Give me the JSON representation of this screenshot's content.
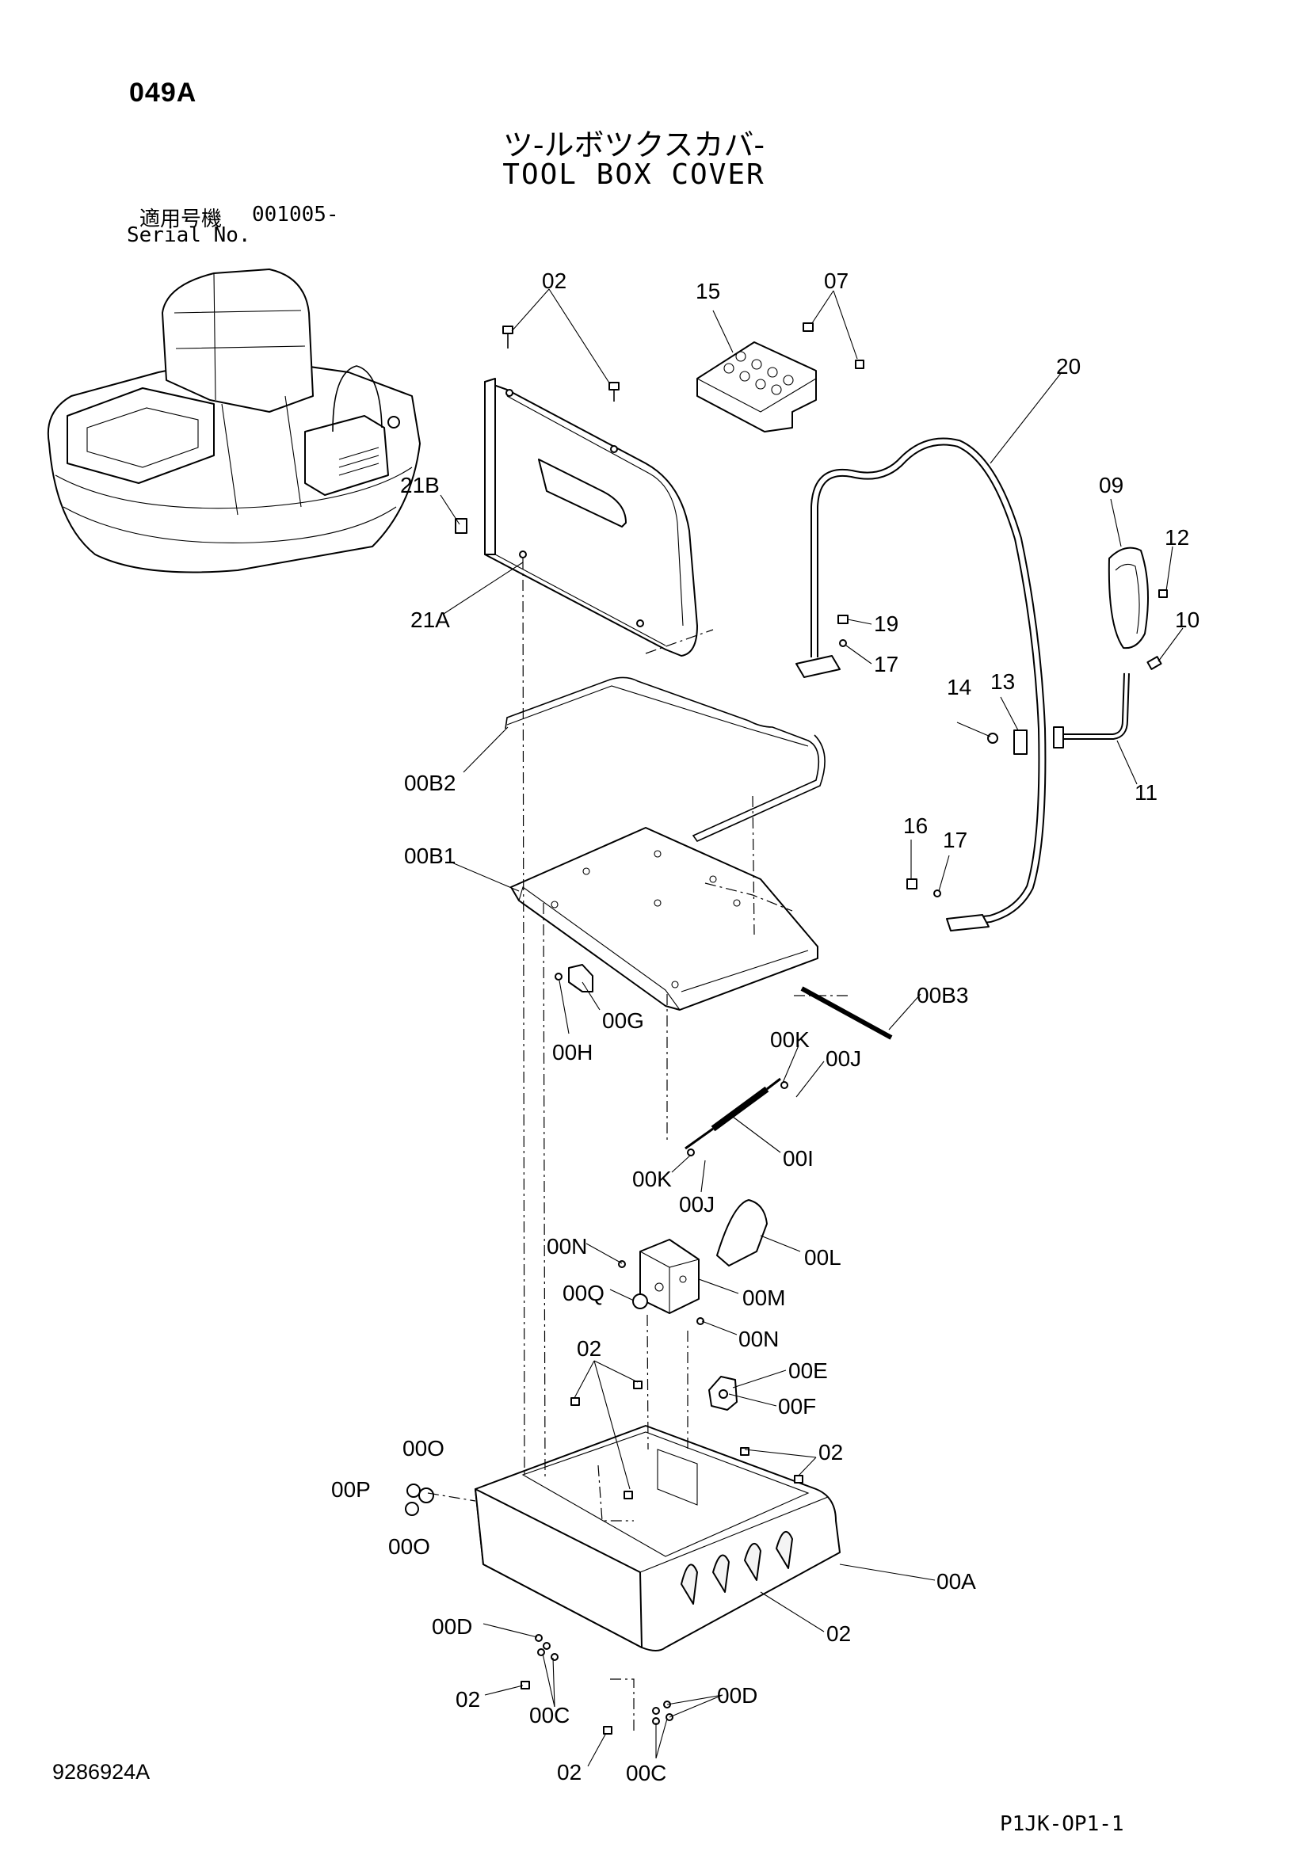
{
  "header": {
    "sheet_id": "049A",
    "title_jp": "ツ-ルボツクスカバ-",
    "title_en": "TOOL BOX COVER",
    "serial_label_jp": "適用号機",
    "serial_value": "001005-",
    "serial_label_en": "Serial No."
  },
  "footer": {
    "doc_number": "9286924A",
    "page_code": "P1JK-OP1-1"
  },
  "callouts": [
    {
      "id": "c02a",
      "text": "02"
    },
    {
      "id": "c15",
      "text": "15"
    },
    {
      "id": "c07",
      "text": "07"
    },
    {
      "id": "c20",
      "text": "20"
    },
    {
      "id": "c21B",
      "text": "21B"
    },
    {
      "id": "c21A",
      "text": "21A"
    },
    {
      "id": "c09",
      "text": "09"
    },
    {
      "id": "c12",
      "text": "12"
    },
    {
      "id": "c10",
      "text": "10"
    },
    {
      "id": "c19",
      "text": "19"
    },
    {
      "id": "c17a",
      "text": "17"
    },
    {
      "id": "c14",
      "text": "14"
    },
    {
      "id": "c13",
      "text": "13"
    },
    {
      "id": "c11",
      "text": "11"
    },
    {
      "id": "c00B2",
      "text": "00B2"
    },
    {
      "id": "c16",
      "text": "16"
    },
    {
      "id": "c17b",
      "text": "17"
    },
    {
      "id": "c00B1",
      "text": "00B1"
    },
    {
      "id": "c00B3",
      "text": "00B3"
    },
    {
      "id": "c00G",
      "text": "00G"
    },
    {
      "id": "c00H",
      "text": "00H"
    },
    {
      "id": "c00Ka",
      "text": "00K"
    },
    {
      "id": "c00Ja",
      "text": "00J"
    },
    {
      "id": "c00I",
      "text": "00I"
    },
    {
      "id": "c00Kb",
      "text": "00K"
    },
    {
      "id": "c00Jb",
      "text": "00J"
    },
    {
      "id": "c00Na",
      "text": "00N"
    },
    {
      "id": "c00L",
      "text": "00L"
    },
    {
      "id": "c00Q",
      "text": "00Q"
    },
    {
      "id": "c00M",
      "text": "00M"
    },
    {
      "id": "c00Nb",
      "text": "00N"
    },
    {
      "id": "c02b",
      "text": "02"
    },
    {
      "id": "c00E",
      "text": "00E"
    },
    {
      "id": "c00F",
      "text": "00F"
    },
    {
      "id": "c00Oa",
      "text": "00O"
    },
    {
      "id": "c02c",
      "text": "02"
    },
    {
      "id": "c00P",
      "text": "00P"
    },
    {
      "id": "c00Ob",
      "text": "00O"
    },
    {
      "id": "c00A",
      "text": "00A"
    },
    {
      "id": "c02d",
      "text": "02"
    },
    {
      "id": "c00Da",
      "text": "00D"
    },
    {
      "id": "c02e",
      "text": "02"
    },
    {
      "id": "c00Ca",
      "text": "00C"
    },
    {
      "id": "c00Db",
      "text": "00D"
    },
    {
      "id": "c02f",
      "text": "02"
    },
    {
      "id": "c00Cb",
      "text": "00C"
    }
  ]
}
